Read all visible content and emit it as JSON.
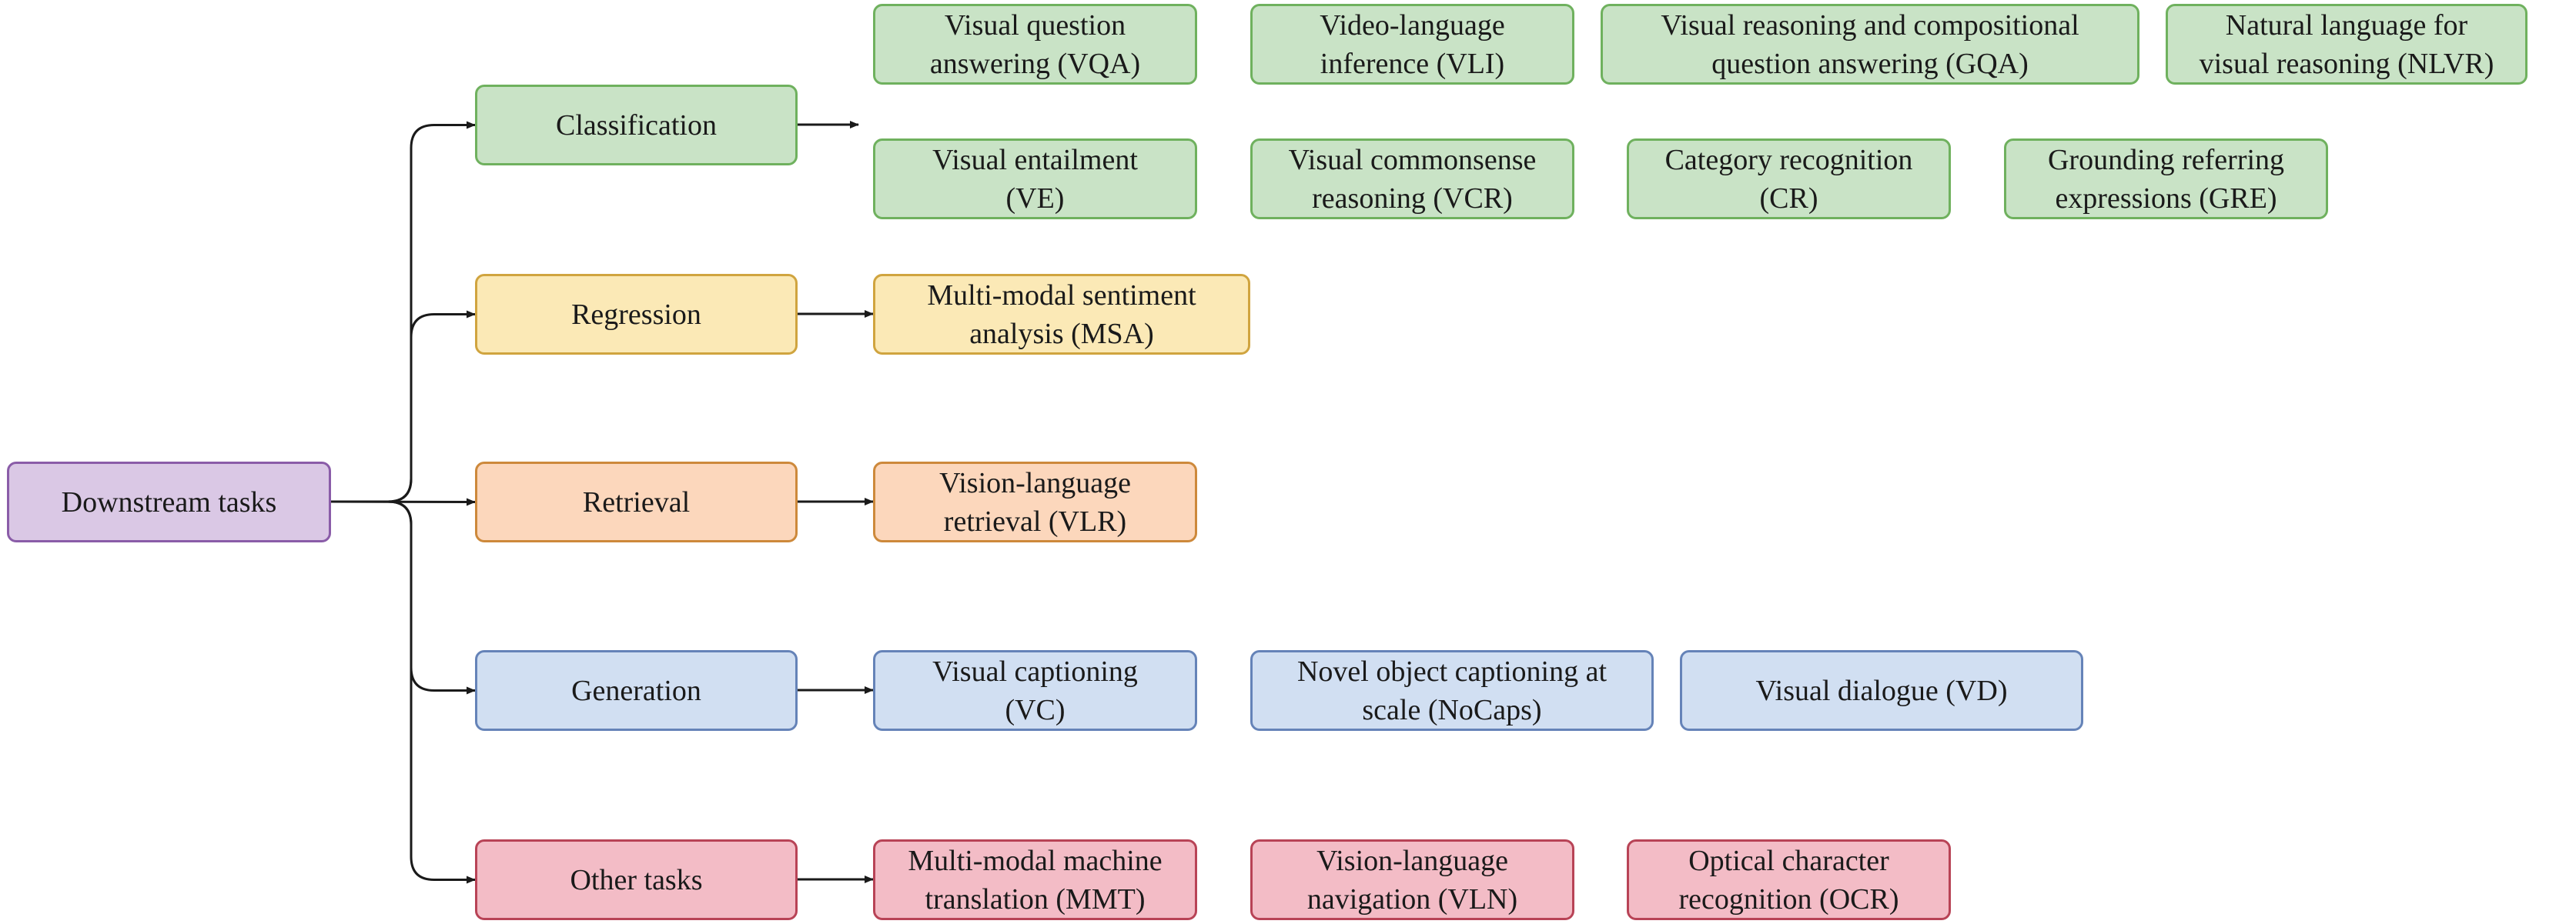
{
  "root": {
    "label": "Downstream tasks"
  },
  "categories": [
    {
      "key": "cls",
      "label": "Classification",
      "tasks": [
        [
          "Visual question",
          "answering (VQA)"
        ],
        [
          "Video-language",
          "inference (VLI)"
        ],
        [
          "Visual reasoning and compositional",
          "question answering (GQA)"
        ],
        [
          "Natural language for",
          "visual reasoning (NLVR)"
        ],
        [
          "Visual entailment",
          "(VE)"
        ],
        [
          "Visual commonsense",
          "reasoning (VCR)"
        ],
        [
          "Category recognition",
          "(CR)"
        ],
        [
          "Grounding referring",
          "expressions (GRE)"
        ]
      ]
    },
    {
      "key": "reg",
      "label": "Regression",
      "tasks": [
        [
          "Multi-modal sentiment",
          "analysis (MSA)"
        ]
      ]
    },
    {
      "key": "ret",
      "label": "Retrieval",
      "tasks": [
        [
          "Vision-language",
          "retrieval (VLR)"
        ]
      ]
    },
    {
      "key": "gen",
      "label": "Generation",
      "tasks": [
        [
          "Visual captioning",
          "(VC)"
        ],
        [
          "Novel object captioning at",
          "scale (NoCaps)"
        ],
        [
          "Visual dialogue (VD)"
        ]
      ]
    },
    {
      "key": "oth",
      "label": "Other tasks",
      "tasks": [
        [
          "Multi-modal machine",
          "translation (MMT)"
        ],
        [
          "Vision-language",
          "navigation (VLN)"
        ],
        [
          "Optical character",
          "recognition (OCR)"
        ]
      ]
    }
  ],
  "colors": {
    "root": "#dac8e5",
    "classification": "#c9e3c6",
    "regression": "#fbe9b6",
    "retrieval": "#fcd7bc",
    "generation": "#d1dff2",
    "other": "#f3bcc6",
    "arrow": "#1a1a1a"
  }
}
